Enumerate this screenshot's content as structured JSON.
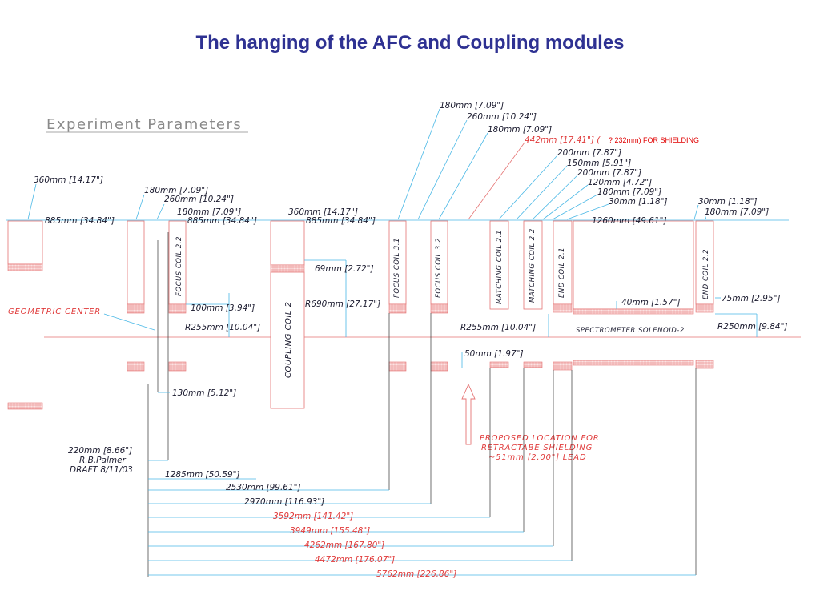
{
  "title": "The hanging of the AFC and Coupling modules",
  "drawing": {
    "section_header": "Experiment  Parameters",
    "author": {
      "dim": "220mm  [8.66\"]",
      "name": "R.B.Palmer",
      "draft": "DRAFT  8/11/03"
    },
    "geometric_center": "GEOMETRIC  CENTER",
    "shielding_note": {
      "dim": "442mm  [17.41\"]  (",
      "suffix": "?  232mm)  FOR SHIELDING"
    },
    "proposed": {
      "line1": "PROPOSED  LOCATION  FOR",
      "line2": "RETRACTABE  SHIELDING",
      "line3": "~51mm  [2.00\"]  LEAD"
    },
    "coils": {
      "focus_coil_2_2": "FOCUS  COIL  2.2",
      "coupling_coil_2": "COUPLING  COIL  2",
      "focus_coil_3_1": "FOCUS  COIL  3.1",
      "focus_coil_3_2": "FOCUS  COIL  3.2",
      "matching_coil_2_1": "MATCHING  COIL  2.1",
      "matching_coil_2_2": "MATCHING  COIL  2.2",
      "end_coil_2_1": "END  COIL  2.1",
      "end_coil_2_2": "END  COIL  2.2",
      "spectrometer_solenoid_2": "SPECTROMETER  SOLENOID-2"
    },
    "top_dims": {
      "d1": "180mm  [7.09\"]",
      "d2": "260mm  [10.24\"]",
      "d3": "180mm  [7.09\"]",
      "d4": "200mm  [7.87\"]",
      "d5": "150mm  [5.91\"]",
      "d6": "200mm  [7.87\"]",
      "d7": "120mm  [4.72\"]",
      "d8": "180mm  [7.09\"]",
      "d9": "30mm  [1.18\"]",
      "d10": "30mm  [1.18\"]",
      "d11": "180mm  [7.09\"]"
    },
    "left_dims": {
      "d360a": "360mm  [14.17\"]",
      "d885a": "885mm  [34.84\"]",
      "d180a": "180mm  [7.09\"]",
      "d260a": "260mm  [10.24\"]",
      "d180b": "180mm  [7.09\"]",
      "d885b": "885mm  [34.84\"]",
      "d360b": "360mm  [14.17\"]",
      "d885c": "885mm  [34.84\"]",
      "d1260": "1260mm  [49.61\"]"
    },
    "mid_dims": {
      "d69": "69mm  [2.72\"]",
      "r690": "R690mm  [27.17\"]",
      "d100": "100mm  [3.94\"]",
      "r255a": "R255mm  [10.04\"]",
      "r255b": "R255mm  [10.04\"]",
      "d40": "40mm  [1.57\"]",
      "d75": "75mm  [2.95\"]",
      "r250": "R250mm  [9.84\"]",
      "d50": "50mm  [1.97\"]",
      "d130": "130mm  [5.12\"]"
    },
    "bottom_dims": {
      "b1": "1285mm  [50.59\"]",
      "b2": "2530mm  [99.61\"]",
      "b3": "2970mm  [116.93\"]",
      "b4": "3592mm  [141.42\"]",
      "b5": "3949mm  [155.48\"]",
      "b6": "4262mm  [167.80\"]",
      "b7": "4472mm  [176.07\"]",
      "b8": "5762mm  [226.86\"]"
    }
  }
}
